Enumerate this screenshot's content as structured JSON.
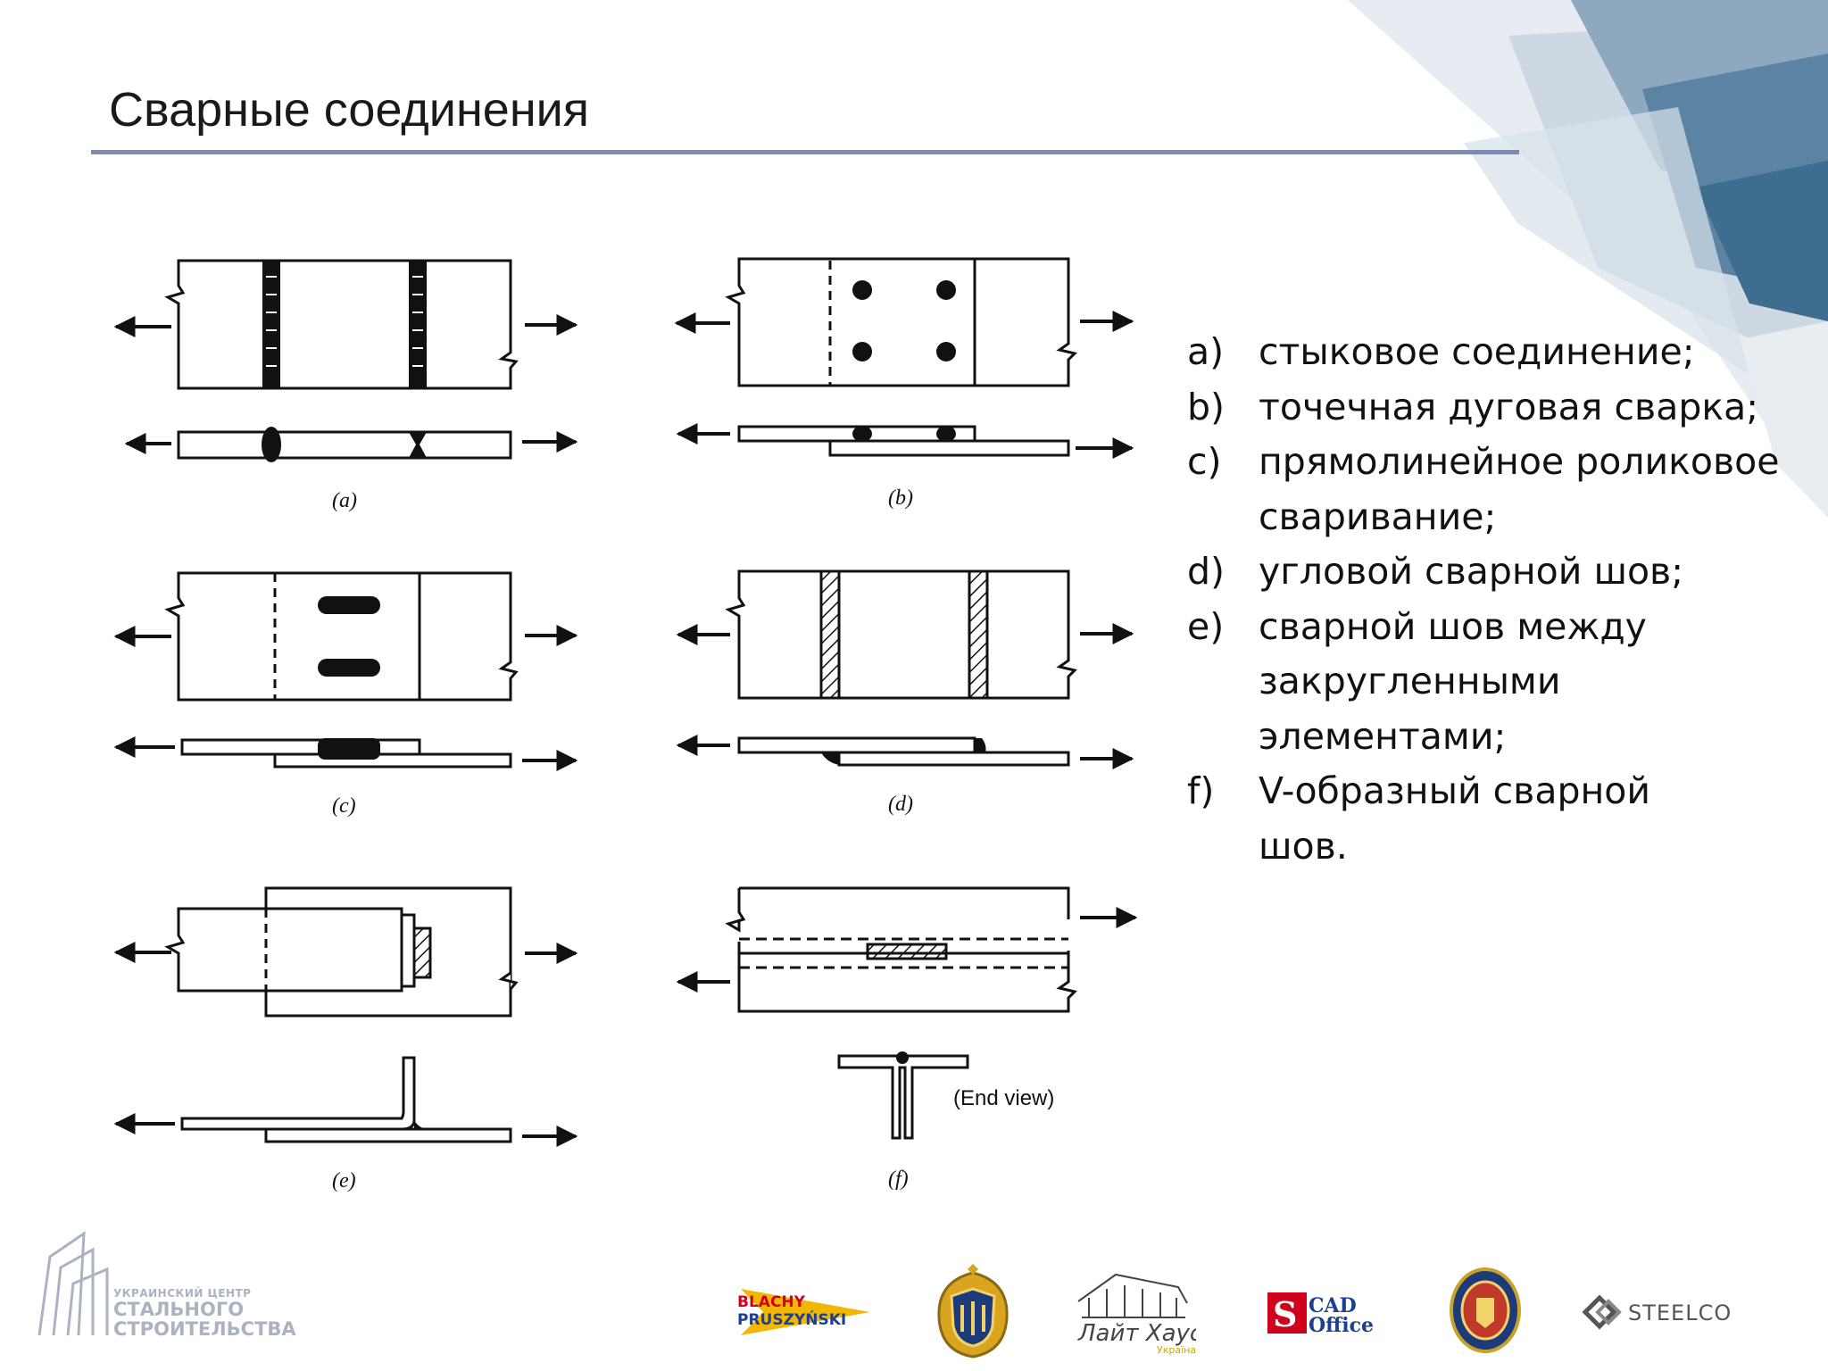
{
  "slide": {
    "title": "Сварные соединения"
  },
  "figure": {
    "captions": {
      "a": "(a)",
      "b": "(b)",
      "c": "(c)",
      "d": "(d)",
      "e": "(e)",
      "f": "(f)"
    },
    "end_view_label": "(End view)"
  },
  "legend": {
    "items": [
      {
        "marker": "a)",
        "text": "стыковое соединение;"
      },
      {
        "marker": "b)",
        "text": "точечная дуговая сварка;"
      },
      {
        "marker": "c)",
        "text": "прямолинейное роликовое сваривание;"
      },
      {
        "marker": "d)",
        "text": "угловой сварной шов;"
      },
      {
        "marker": "e)",
        "text": "сварной шов между закругленными элементами;"
      },
      {
        "marker": "f)",
        "text": "V-образный сварной шов."
      }
    ]
  },
  "footer": {
    "center_logo": {
      "line1": "УКРАИНСКИЙ ЦЕНТР",
      "line2": "СТАЛЬНОГО",
      "line3": "СТРОИТЕЛЬСТВА"
    },
    "sponsors": [
      {
        "name": "BLACHY PRUSZYŃSKI",
        "line1": "BLACHY",
        "line2": "PRUSZYŃSKI"
      },
      {
        "name": "university-emblem"
      },
      {
        "name": "Лайт Хаус",
        "text": "Лайт Хаус",
        "sub": "Україна"
      },
      {
        "name": "CAD Office",
        "line1": "CAD",
        "line2": "Office"
      },
      {
        "name": "academy-emblem"
      },
      {
        "name": "STEELCO",
        "text": "STEELCO"
      }
    ]
  },
  "colors": {
    "title_rule": "#7f8bad",
    "text": "#111111",
    "decor_dark": "#3f6d8f",
    "decor_light": "#c9d5e0"
  }
}
